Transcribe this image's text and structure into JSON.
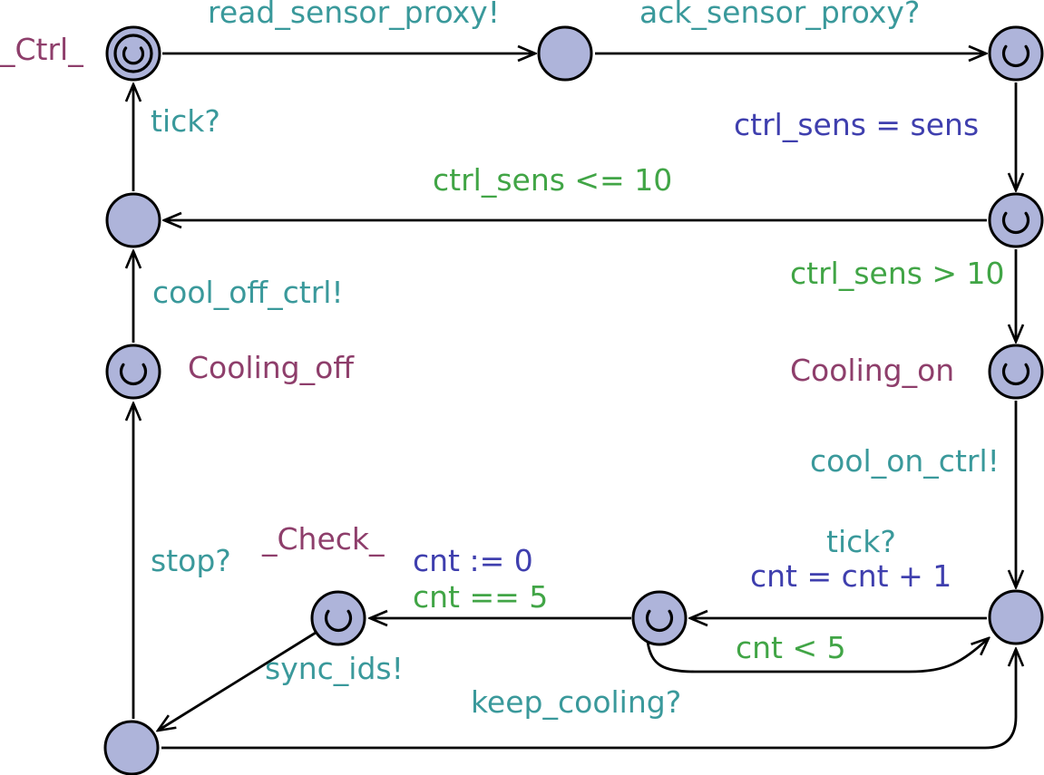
{
  "diagram": {
    "type": "UPPAAL timed automaton",
    "colors": {
      "sync": "#3a999b",
      "guard": "#41a546",
      "update": "#3f3fae",
      "location-name": "#8e3e6b",
      "node-fill": "#aeb4da",
      "edge": "#000000",
      "background": "#ffffff"
    },
    "icons": {
      "urgent_location": "∪",
      "initial_location": "double-circle"
    },
    "locations": [
      {
        "id": "ctrl-initial",
        "kind": "initial+urgent",
        "name_label": "_Ctrl_"
      },
      {
        "id": "after-read",
        "kind": "plain"
      },
      {
        "id": "after-ack",
        "kind": "urgent"
      },
      {
        "id": "sens-updated",
        "kind": "urgent"
      },
      {
        "id": "pre-tick",
        "kind": "plain"
      },
      {
        "id": "cooling-off",
        "kind": "urgent",
        "name_label": "Cooling_off"
      },
      {
        "id": "cooling-on",
        "kind": "urgent",
        "name_label": "Cooling_on"
      },
      {
        "id": "check",
        "kind": "urgent",
        "name_label": "_Check_"
      },
      {
        "id": "count-branch",
        "kind": "urgent"
      },
      {
        "id": "counting",
        "kind": "plain"
      },
      {
        "id": "stopped",
        "kind": "plain"
      }
    ],
    "labels": {
      "ctrl_name": "_Ctrl_",
      "read_sensor_proxy": "read_sensor_proxy!",
      "ack_sensor_proxy": "ack_sensor_proxy?",
      "ctrl_sens_assign": "ctrl_sens = sens",
      "tick_top": "tick?",
      "ctrl_sens_le": "ctrl_sens <= 10",
      "ctrl_sens_gt": "ctrl_sens > 10",
      "cool_off_ctrl": "cool_off_ctrl!",
      "cooling_off_name": "Cooling_off",
      "cooling_on_name": "Cooling_on",
      "cool_on_ctrl": "cool_on_ctrl!",
      "tick_bottom": "tick?",
      "cnt_inc": "cnt = cnt + 1",
      "cnt_lt": "cnt < 5",
      "check_name": "_Check_",
      "cnt_reset": "cnt := 0",
      "cnt_eq": "cnt == 5",
      "stop": "stop?",
      "sync_ids": "sync_ids!",
      "keep_cooling": "keep_cooling?"
    }
  }
}
